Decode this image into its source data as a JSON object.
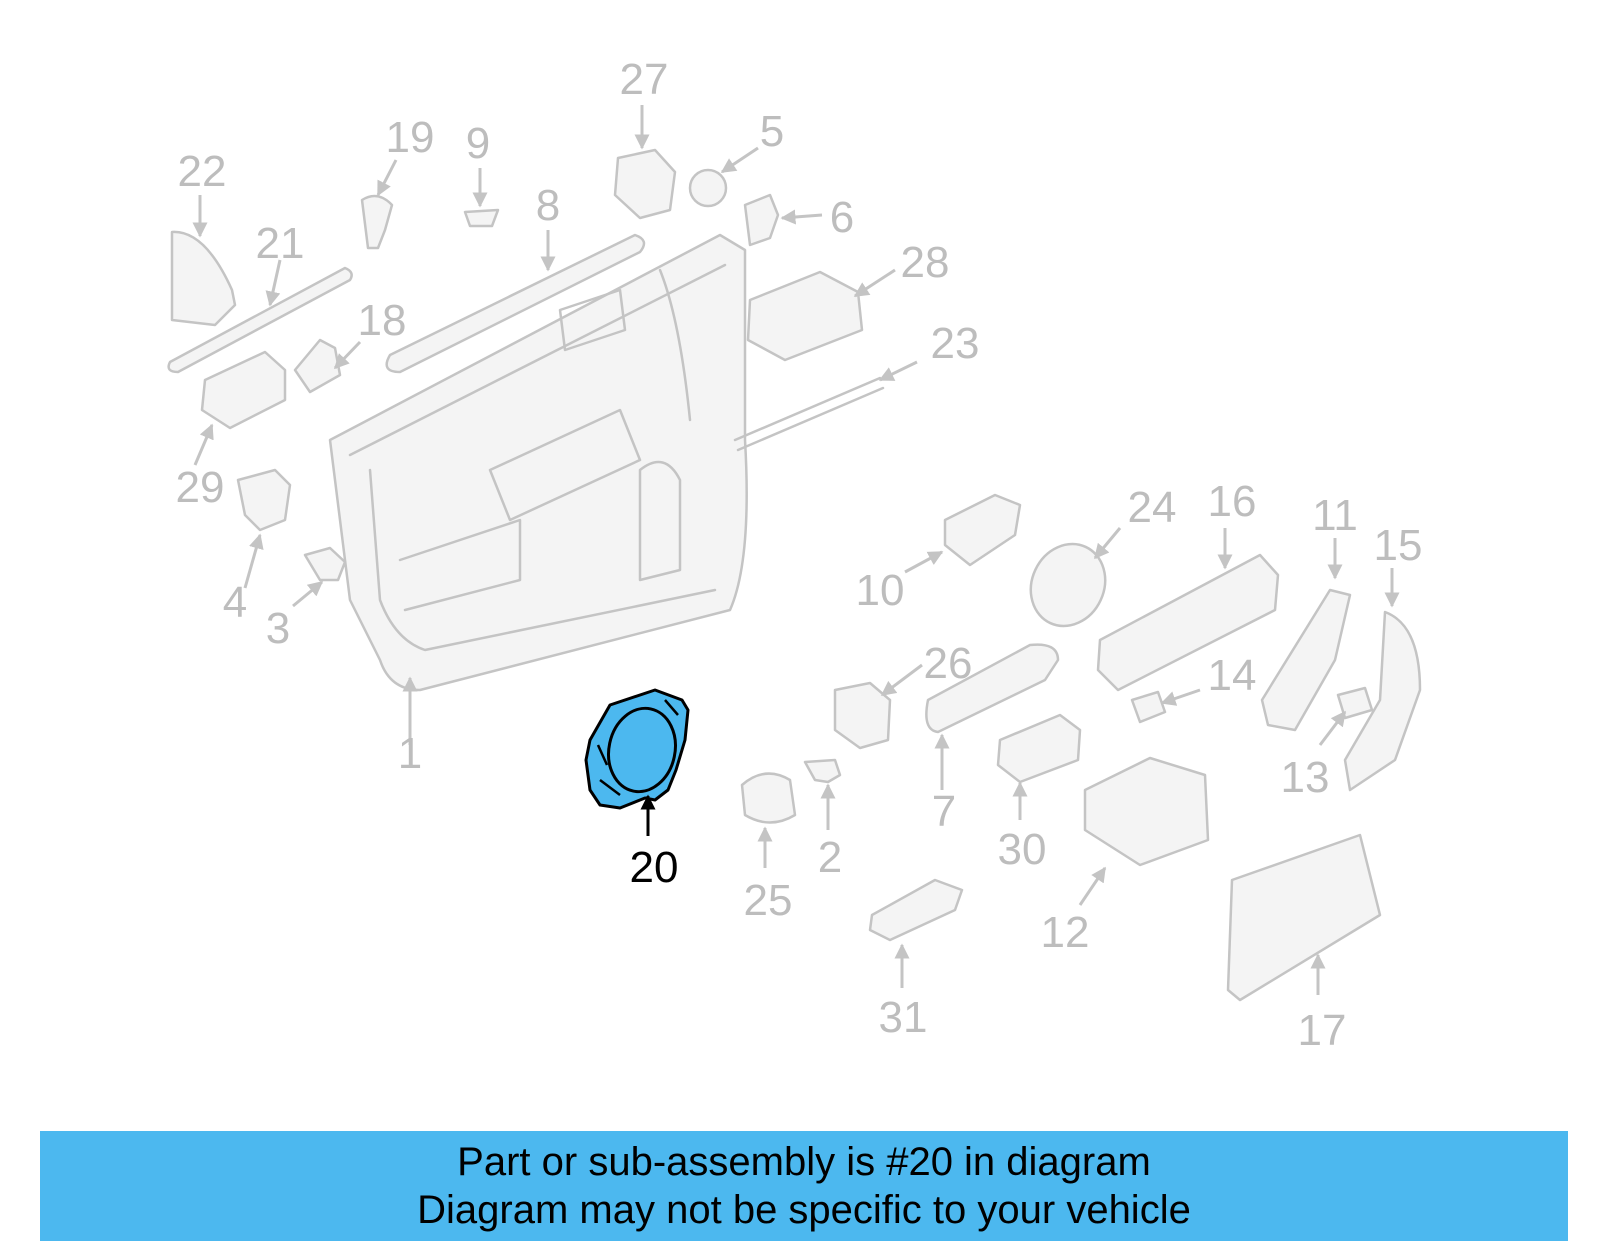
{
  "diagram": {
    "highlighted_part": "20",
    "highlight_color": "#4cb8ef",
    "callouts": [
      "1",
      "2",
      "3",
      "4",
      "5",
      "6",
      "7",
      "8",
      "9",
      "10",
      "11",
      "12",
      "13",
      "14",
      "15",
      "16",
      "17",
      "18",
      "19",
      "20",
      "21",
      "22",
      "23",
      "24",
      "25",
      "26",
      "27",
      "28",
      "29",
      "30",
      "31"
    ]
  },
  "banner": {
    "line1": "Part or sub-assembly is #20 in diagram",
    "line2": "Diagram may not be specific to your vehicle",
    "color": "#4cb8ef"
  }
}
